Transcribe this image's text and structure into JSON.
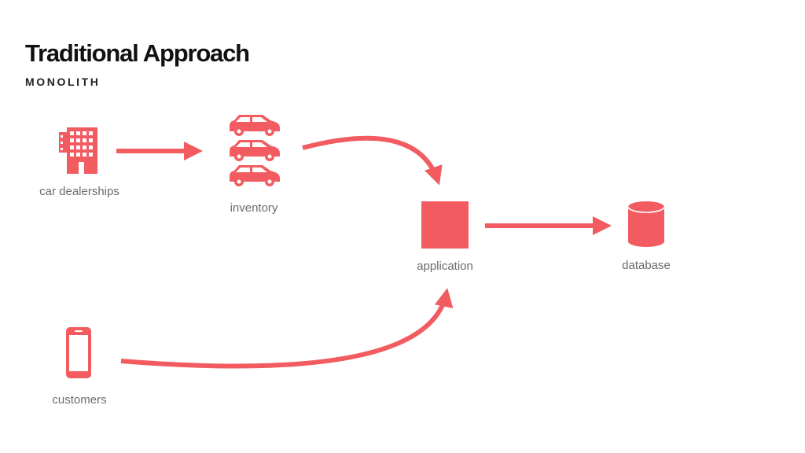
{
  "title": "Traditional Approach",
  "subtitle": "MONOLITH",
  "colors": {
    "accent": "#f25c60",
    "title": "#111111",
    "label": "#6b6b6b"
  },
  "nodes": {
    "dealerships": {
      "label": "car dealerships",
      "icon": "building-icon"
    },
    "inventory": {
      "label": "inventory",
      "icon": "car-icon"
    },
    "application": {
      "label": "application",
      "icon": "square-icon"
    },
    "database": {
      "label": "database",
      "icon": "database-icon"
    },
    "customers": {
      "label": "customers",
      "icon": "phone-icon"
    }
  }
}
